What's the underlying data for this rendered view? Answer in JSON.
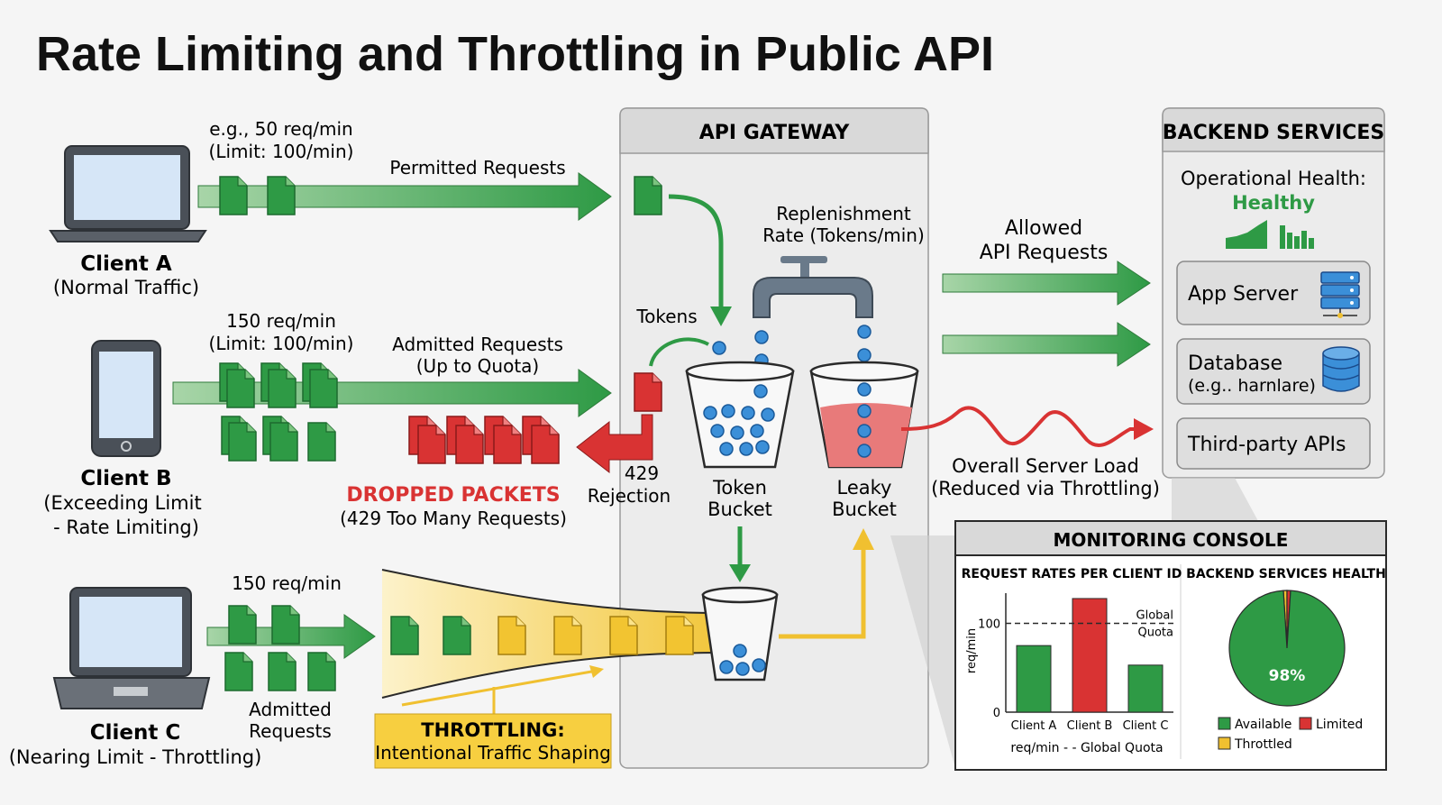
{
  "title": "Rate Limiting and Throttling in Public API",
  "clients": {
    "a": {
      "name": "Client A",
      "desc": "(Normal Traffic)",
      "rate": "e.g., 50 req/min",
      "limit": "(Limit: 100/min)",
      "flow_label": "Permitted Requests"
    },
    "b": {
      "name": "Client B",
      "desc_line1": "(Exceeding Limit",
      "desc_line2": "- Rate Limiting)",
      "rate": "150 req/min",
      "limit": "(Limit: 100/min)",
      "flow_label_line1": "Admitted Requests",
      "flow_label_line2": "(Up to Quota)"
    },
    "c": {
      "name": "Client C",
      "desc": "(Nearing Limit - Throttling)",
      "rate": "150 req/min",
      "admitted_line1": "Admitted",
      "admitted_line2": "Requests"
    }
  },
  "dropped": {
    "title": "DROPPED PACKETS",
    "subtitle": "(429 Too Many Requests)"
  },
  "rejection": {
    "code": "429",
    "label": "Rejection"
  },
  "throttling": {
    "title": "THROTTLING:",
    "subtitle": "Intentional Traffic Shaping"
  },
  "gateway": {
    "title": "API GATEWAY",
    "tokens_label": "Tokens",
    "replenish_line1": "Replenishment",
    "replenish_line2": "Rate (Tokens/min)",
    "token_bucket_line1": "Token",
    "token_bucket_line2": "Bucket",
    "leaky_bucket_line1": "Leaky",
    "leaky_bucket_line2": "Bucket"
  },
  "allowed": {
    "line1": "Allowed",
    "line2": "API Requests"
  },
  "server_load": {
    "line1": "Overall Server Load",
    "line2": "(Reduced via Throttling)"
  },
  "backend": {
    "title": "BACKEND SERVICES",
    "health_label": "Operational Health:",
    "health_value": "Healthy",
    "services": [
      {
        "name": "App Server",
        "icon": "server-icon"
      },
      {
        "name": "Database",
        "sub": "(e.g.. harnlare)",
        "icon": "database-icon"
      },
      {
        "name": "Third-party APIs"
      }
    ]
  },
  "monitoring": {
    "title": "MONITORING CONSOLE",
    "bar_title": "REQUEST RATES PER CLIENT ID",
    "pie_title": "BACKEND SERVICES HEALTH",
    "footer": "req/min  - -  Global Quota",
    "pie_center_label": "98%",
    "legend": [
      {
        "label": "Available",
        "color": "#2e9a45"
      },
      {
        "label": "Limited",
        "color": "#d93333"
      },
      {
        "label": "Throttled",
        "color": "#f0c030"
      }
    ]
  },
  "chart_data": [
    {
      "type": "bar",
      "title": "REQUEST RATES PER CLIENT ID",
      "categories": [
        "Client A",
        "Client B",
        "Client C"
      ],
      "values": [
        75,
        128,
        53
      ],
      "colors": [
        "#2e9a45",
        "#d93333",
        "#2e9a45"
      ],
      "ylabel": "req/min",
      "ylim": [
        0,
        130
      ],
      "yticks": [
        0,
        100
      ],
      "reference_line": {
        "value": 100,
        "label_line1": "Global",
        "label_line2": "Quota",
        "style": "dashed"
      },
      "grid": false
    },
    {
      "type": "pie",
      "title": "BACKEND SERVICES HEALTH",
      "labels": [
        "Available",
        "Limited",
        "Throttled"
      ],
      "values": [
        98,
        1,
        1
      ],
      "colors": [
        "#2e9a45",
        "#d93333",
        "#f0c030"
      ],
      "center_label": "98%",
      "legend": "bottom"
    }
  ],
  "colors": {
    "green": "#2e9a45",
    "red": "#d93333",
    "yellow": "#f0c030",
    "panel": "#ececec",
    "header": "#d9d9d9",
    "blue": "#3b8fd8"
  }
}
